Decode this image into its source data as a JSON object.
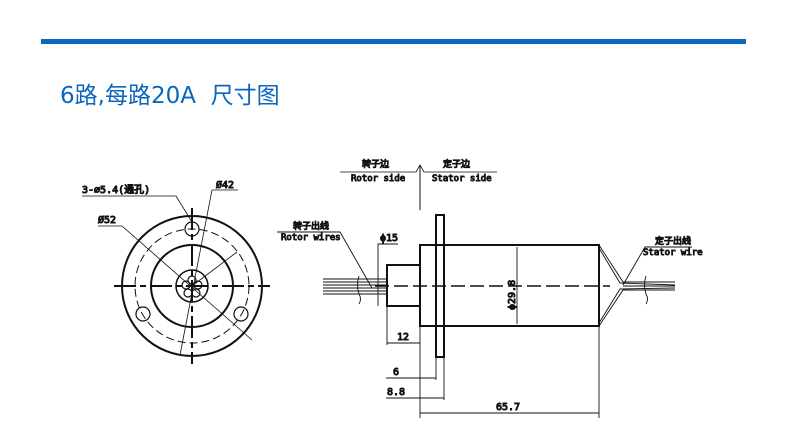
{
  "header": {
    "title": "6路,每路20A  尺寸图",
    "accent": "#0a66bf"
  },
  "front_view": {
    "holes_label": "3-⌀5.4(通孔)",
    "d42": "Ø42",
    "d52": "Ø52"
  },
  "side_view": {
    "rotor_side_cn": "转子边",
    "rotor_side_en": "Rotor side",
    "stator_side_cn": "定子边",
    "stator_side_en": "Stator side",
    "rotor_wires_cn": "转子出线",
    "rotor_wires_en": "Rotor wires",
    "stator_wires_cn": "定子出线",
    "stator_wires_en": "Stator wire",
    "d15": "ϕ15",
    "d29_8": "ϕ29.8",
    "dim_12": "12",
    "dim_6": "6",
    "dim_8_8": "8.8",
    "dim_65_7": "65.7"
  }
}
